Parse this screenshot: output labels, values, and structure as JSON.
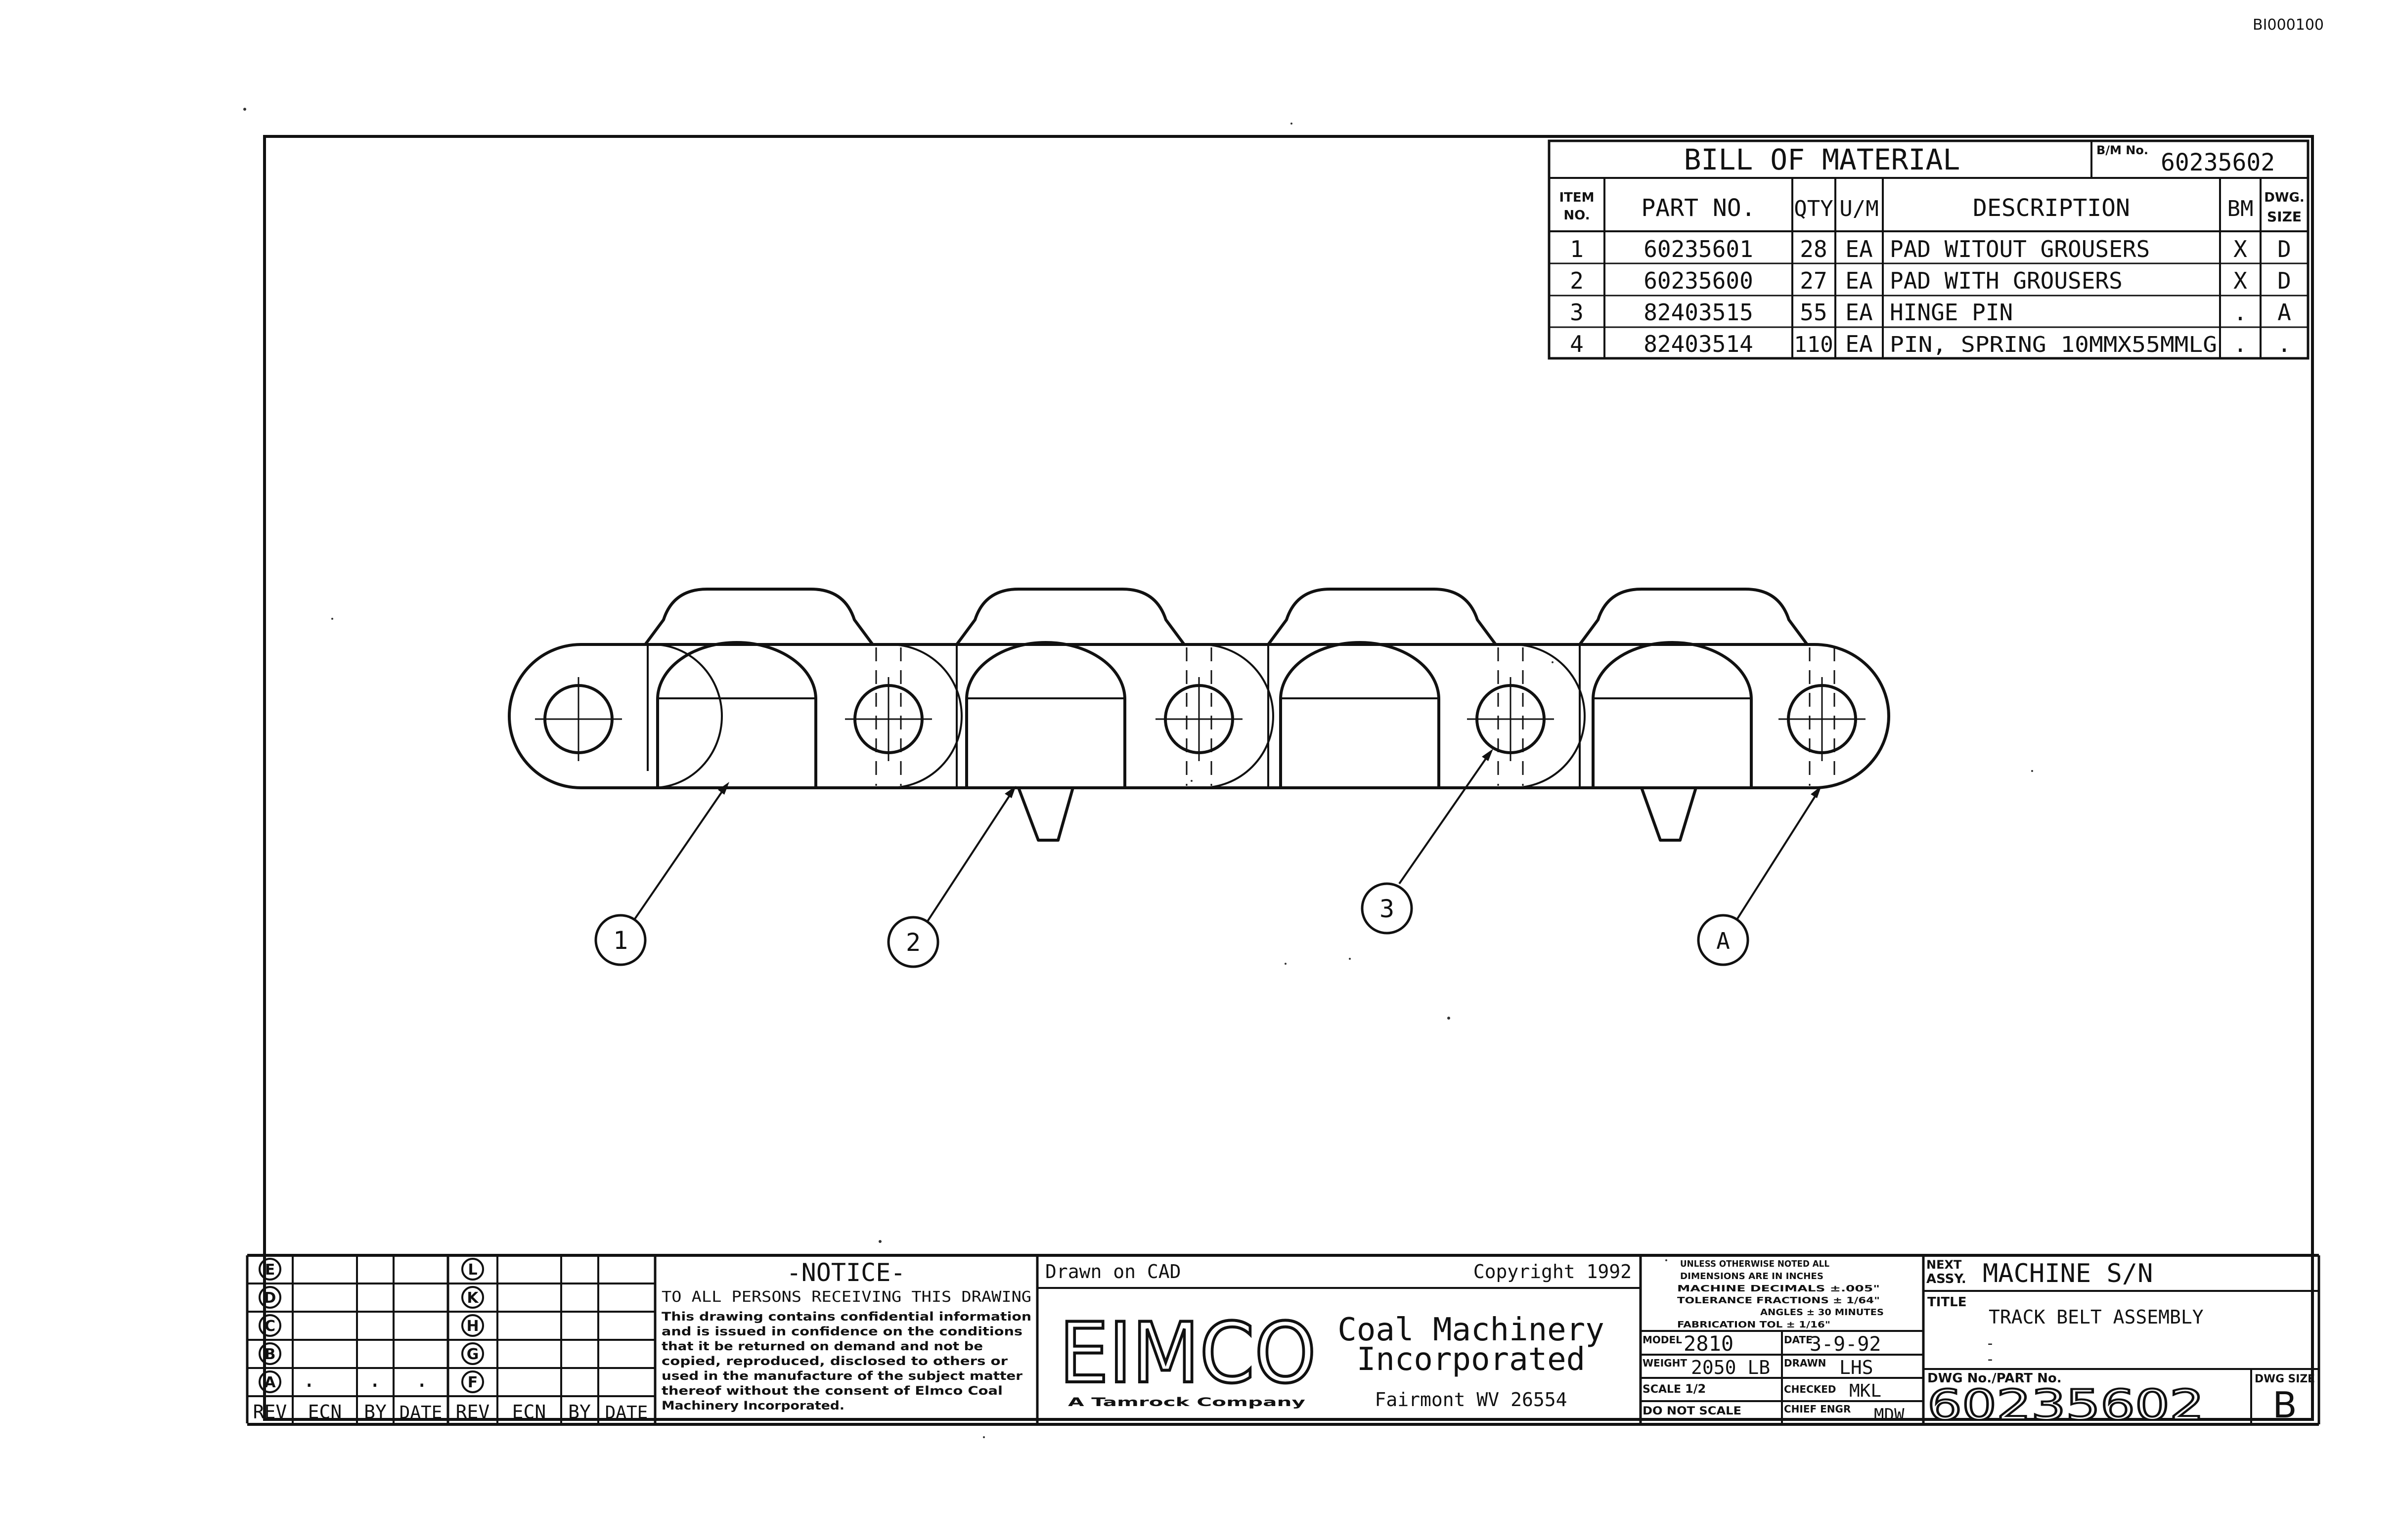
{
  "corner_id": "BI000100",
  "bom": {
    "title": "BILL OF MATERIAL",
    "bm_no_label": "B/M No.",
    "bm_no": "60235602",
    "headers": {
      "item_no_line1": "ITEM",
      "item_no_line2": "NO.",
      "part_no": "PART NO.",
      "qty": "QTY",
      "um": "U/M",
      "description": "DESCRIPTION",
      "bm": "BM",
      "dwg_size_line1": "DWG.",
      "dwg_size_line2": "SIZE"
    },
    "rows": [
      {
        "item": "1",
        "part": "60235601",
        "qty": "28",
        "um": "EA",
        "desc": "PAD WITOUT GROUSERS",
        "bm": "X",
        "size": "D"
      },
      {
        "item": "2",
        "part": "60235600",
        "qty": "27",
        "um": "EA",
        "desc": "PAD WITH GROUSERS",
        "bm": "X",
        "size": "D"
      },
      {
        "item": "3",
        "part": "82403515",
        "qty": "55",
        "um": "EA",
        "desc": "HINGE PIN",
        "bm": ".",
        "size": "A"
      },
      {
        "item": "4",
        "part": "82403514",
        "qty": "110",
        "um": "EA",
        "desc": "PIN, SPRING 10MMX55MMLG",
        "bm": ".",
        "size": "."
      }
    ]
  },
  "balloons": [
    "1",
    "2",
    "3",
    "A"
  ],
  "revisions": {
    "left_letters": [
      "E",
      "D",
      "C",
      "B",
      "A"
    ],
    "right_letters": [
      "L",
      "K",
      "H",
      "G",
      "F"
    ],
    "dots": ".",
    "col_rev": "REV",
    "col_ecn": "ECN",
    "col_by": "BY",
    "col_date": "DATE"
  },
  "notice": {
    "title": "-NOTICE-",
    "subtitle": "TO ALL PERSONS RECEIVING THIS DRAWING",
    "lines": [
      "This drawing contains confidential information",
      "and is issued in confidence on the conditions",
      "that it be returned on demand and not be",
      "copied, reproduced, disclosed to others or",
      "used in the manufacture of the subject matter",
      "thereof without the consent of Elmco Coal",
      "Machinery Incorporated."
    ]
  },
  "company": {
    "drawn_on": "Drawn on CAD",
    "copyright": "Copyright 1992",
    "logo": "EIMCO",
    "name_line1": "Coal Machinery",
    "name_line2": "Incorporated",
    "parent": "A Tamrock Company",
    "address": "Fairmont WV 26554"
  },
  "specs": {
    "tolerance_lines": [
      "UNLESS OTHERWISE NOTED ALL",
      "DIMENSIONS ARE IN INCHES",
      "MACHINE DECIMALS ±.005\"",
      "TOLERANCE FRACTIONS ± 1/64\"",
      "ANGLES ± 30 MINUTES",
      "FABRICATION TOL ± 1/16\""
    ],
    "model_label": "MODEL",
    "model": "2810",
    "date_label": "DATE",
    "date": "3-9-92",
    "weight_label": "WEIGHT",
    "weight": "2050 LB",
    "drawn_label": "DRAWN",
    "drawn": "LHS",
    "scale_label": "SCALE",
    "scale": "1/2",
    "checked_label": "CHECKED",
    "checked": "MKL",
    "do_not_scale": "DO NOT SCALE",
    "chief_label": "CHIEF ENGR",
    "chief": "MDW"
  },
  "title_block": {
    "next_assy_label_1": "NEXT",
    "next_assy_label_2": "ASSY.",
    "next_assy": "MACHINE S/N",
    "title_label": "TITLE",
    "title": "TRACK BELT ASSEMBLY",
    "bullet_1": "-",
    "bullet_2": "-",
    "dwg_no_label": "DWG No./PART No.",
    "dwg_no": "60235602",
    "dwg_size_label": "DWG SIZE",
    "dwg_size": "B"
  }
}
